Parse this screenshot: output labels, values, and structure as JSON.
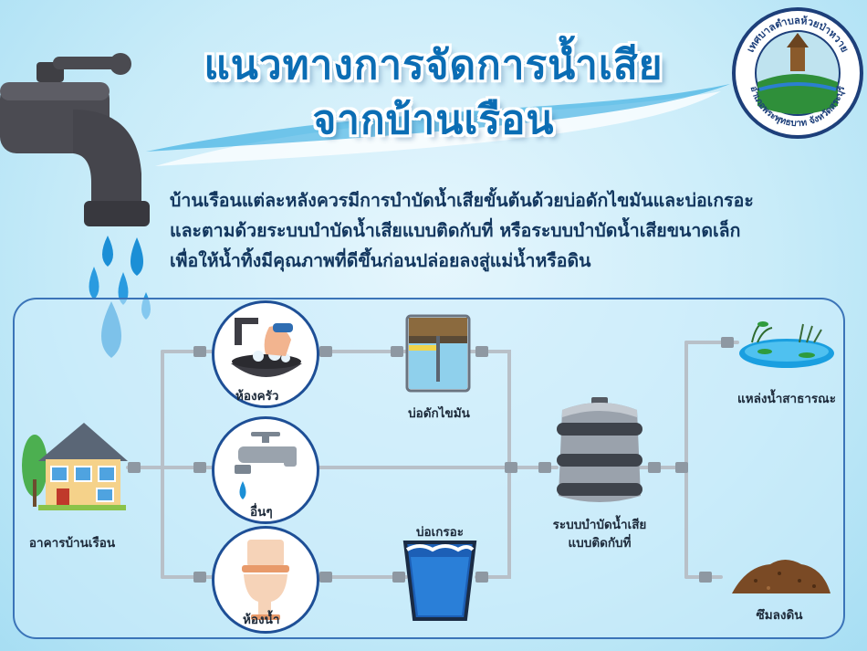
{
  "title_line1": "แนวทางการจัดการน้ำเสีย",
  "title_line2": "จากบ้านเรือน",
  "intro_lines": [
    "บ้านเรือนแต่ละหลังควรมีการบำบัดน้ำเสียขั้นต้นด้วยบ่อดักไขมันและบ่อเกรอะ",
    "และตามด้วยระบบบำบัดน้ำเสียแบบติดกับที่   หรือระบบบำบัดน้ำเสียขนาดเล็ก",
    "เพื่อให้น้ำทิ้งมีคุณภาพที่ดีขึ้นก่อนปล่อยลงสู่แม่น้ำหรือดิน"
  ],
  "seal": {
    "top_text": "เทศบาลตำบลห้วยป่าหวาย",
    "bottom_text": "อำเภอพระพุทธบาท จังหวัดสระบุรี"
  },
  "nodes": {
    "house": "อาคารบ้านเรือน",
    "kitchen": "ห้องครัว",
    "other": "อื่นๆ",
    "bathroom": "ห้องน้ำ",
    "grease_trap": "บ่อดักไขมัน",
    "septic_tank": "บ่อเกรอะ",
    "onsite_line1": "ระบบบำบัดน้ำเสีย",
    "onsite_line2": "แบบติดกับที่",
    "public_water": "แหล่งน้ำสาธารณะ",
    "soil": "ซึมลงดิน"
  },
  "colors": {
    "title": "#0b6db4",
    "border": "#3b74b8",
    "pipe": "#b8c0c8",
    "joint": "#8e98a2"
  }
}
